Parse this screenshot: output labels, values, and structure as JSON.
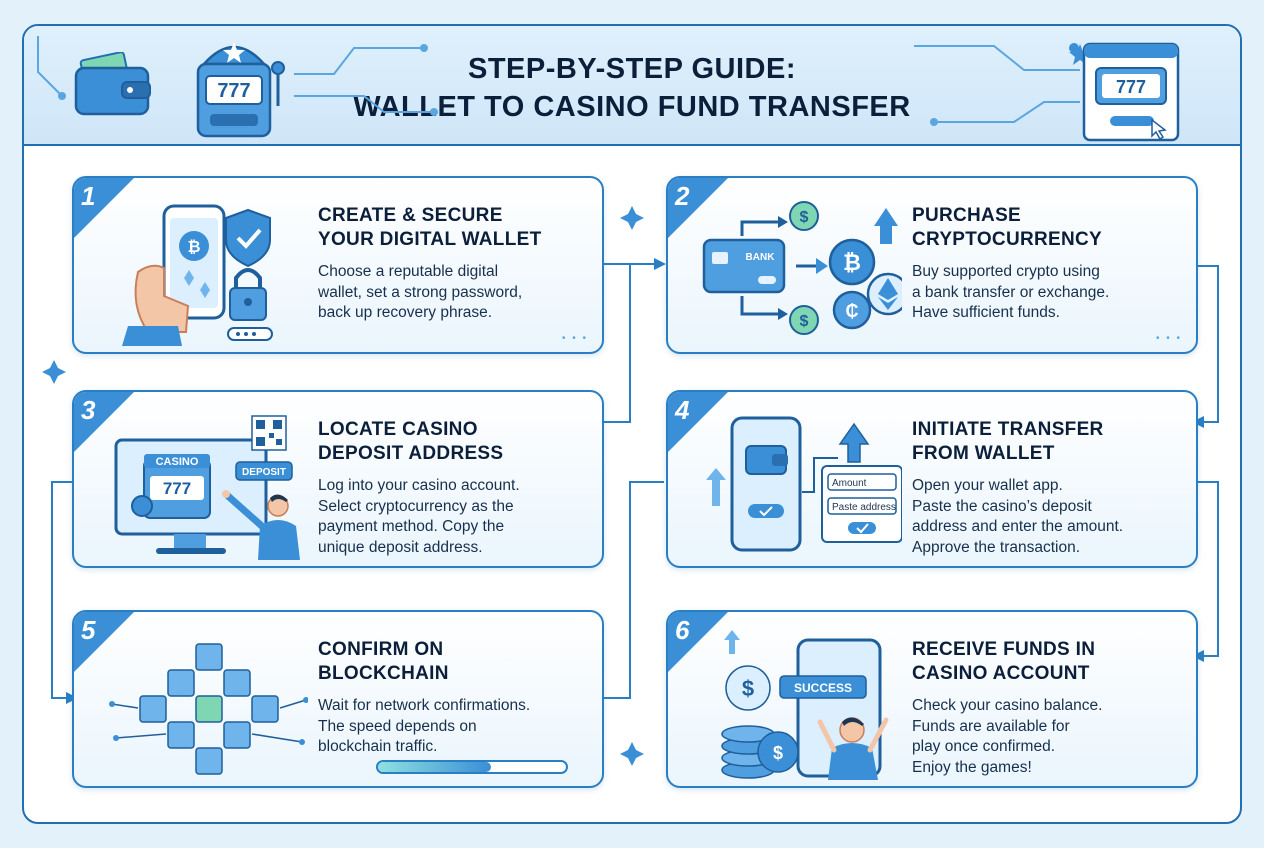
{
  "header": {
    "title_line1": "STEP-BY-STEP GUIDE:",
    "title_line2": "WALLET TO CASINO FUND TRANSFER",
    "slot_text": "777"
  },
  "steps": [
    {
      "number": "1",
      "title_line1": "CREATE & SECURE",
      "title_line2": "YOUR DIGITAL WALLET",
      "text_lines": [
        "Choose a reputable digital",
        "wallet, set a strong password,",
        "back up recovery phrase."
      ],
      "icons": [
        "phone-wallet-icon",
        "shield-check-icon",
        "padlock-icon",
        "password-field-icon"
      ]
    },
    {
      "number": "2",
      "title_line1": "PURCHASE",
      "title_line2": "CRYPTOCURRENCY",
      "text_lines": [
        "Buy supported crypto using",
        "a bank transfer or exchange.",
        "Have sufficient funds."
      ],
      "bank_label": "BANK",
      "icons": [
        "bank-card-icon",
        "dollar-coin-icon",
        "bitcoin-coin-icon",
        "ethereum-coin-icon"
      ]
    },
    {
      "number": "3",
      "title_line1": "LOCATE CASINO",
      "title_line2": "DEPOSIT ADDRESS",
      "text_lines": [
        "Log into your casino account.",
        "Select cryptocurrency as the",
        "payment method. Copy the",
        "unique deposit address."
      ],
      "casino_label": "CASINO",
      "deposit_label": "DEPOSIT",
      "slot_text": "777",
      "icons": [
        "monitor-icon",
        "qr-code-icon",
        "person-pointing-icon"
      ]
    },
    {
      "number": "4",
      "title_line1": "INITIATE TRANSFER",
      "title_line2": "FROM WALLET",
      "text_lines": [
        "Open your wallet app.",
        "Paste the casino’s deposit",
        "address and enter the amount.",
        "Approve the transaction."
      ],
      "amount_label": "Amount",
      "paste_label": "Paste address",
      "icons": [
        "phone-wallet-icon",
        "form-icon",
        "upload-arrow-icon"
      ]
    },
    {
      "number": "5",
      "title_line1": "CONFIRM ON",
      "title_line2": "BLOCKCHAIN",
      "text_lines": [
        "Wait for network confirmations.",
        "The speed depends on",
        "blockchain traffic."
      ],
      "progress": 0.6,
      "icons": [
        "blockchain-cubes-icon",
        "progress-bar-icon"
      ]
    },
    {
      "number": "6",
      "title_line1": "RECEIVE FUNDS IN",
      "title_line2": "CASINO ACCOUNT",
      "text_lines": [
        "Check your casino balance.",
        "Funds are available for",
        "play once confirmed.",
        "Enjoy the games!"
      ],
      "success_label": "SUCCESS",
      "icons": [
        "coin-stack-icon",
        "phone-success-icon",
        "celebrating-person-icon"
      ]
    }
  ],
  "colors": {
    "accent": "#2a7fc4",
    "badge": "#3a8fd6",
    "background": "#e3f1fb"
  }
}
